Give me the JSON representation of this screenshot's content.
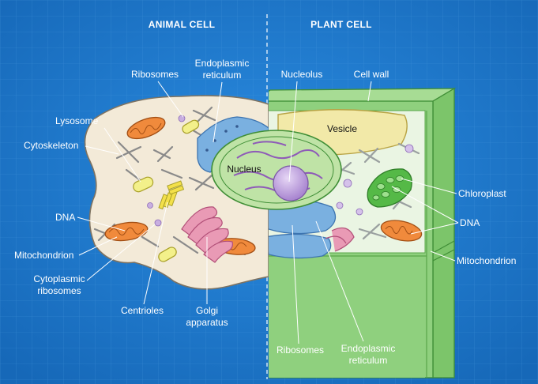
{
  "headers": {
    "animal": "ANIMAL CELL",
    "plant": "PLANT CELL"
  },
  "labels": {
    "lysosome": "Lysosome",
    "cytoskeleton": "Cytoskeleton",
    "dna_left": "DNA",
    "mitochondrion_left": "Mitochondrion",
    "cytoplasmic_ribosomes_1": "Cytoplasmic",
    "cytoplasmic_ribosomes_2": "ribosomes",
    "centrioles": "Centrioles",
    "golgi_1": "Golgi",
    "golgi_2": "apparatus",
    "ribosomes_top": "Ribosomes",
    "er_top_1": "Endoplasmic",
    "er_top_2": "reticulum",
    "nucleolus": "Nucleolus",
    "cell_wall": "Cell wall",
    "vesicle": "Vesicle",
    "nucleus": "Nucleus",
    "chloroplast": "Chloroplast",
    "dna_right": "DNA",
    "mitochondrion_right": "Mitochondrion",
    "ribosomes_bottom": "Ribosomes",
    "er_bottom_1": "Endoplasmic",
    "er_bottom_2": "reticulum"
  },
  "colors": {
    "background": "#1f7fd0",
    "animal_cytoplasm": "#f3ead8",
    "plant_wall": "#8fd07e",
    "plant_cytoplasm": "#eaf5e3",
    "nucleus": "#bfe3a6",
    "nucleolus": "#c8aee0",
    "er": "#7ab0e0",
    "golgi": "#e99ab5",
    "mitochondrion": "#f08a3c",
    "vesicle": "#f2e9a8",
    "chloroplast": "#55b947",
    "lysosome": "#f3f08a"
  }
}
